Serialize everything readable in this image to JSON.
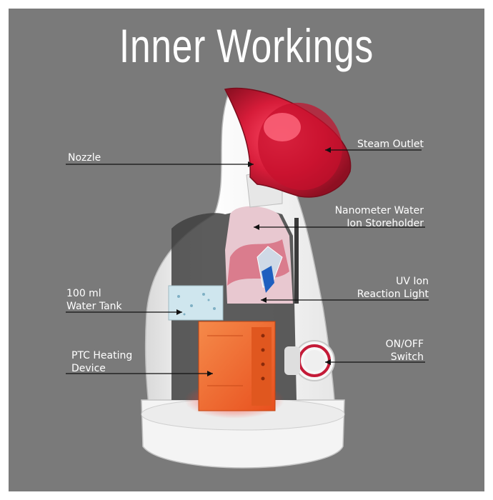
{
  "title": "Inner Workings",
  "labels": {
    "nozzle": "Nozzle",
    "steam_outlet": "Steam Outlet",
    "ion_storeholder_line1": "Nanometer Water",
    "ion_storeholder_line2": "Ion Storeholder",
    "uv_line1": "UV Ion",
    "uv_line2": "Reaction Light",
    "tank_line1": "100 ml",
    "tank_line2": "Water Tank",
    "heater_line1": "PTC Heating",
    "heater_line2": "Device",
    "switch_line1": "ON/OFF",
    "switch_line2": "Switch"
  },
  "colors": {
    "background": "#7a7a7a",
    "body": "#f2f2f2",
    "nozzle": "#d8213a",
    "heater": "#f26a2a",
    "steam": "#e8c8d0"
  }
}
